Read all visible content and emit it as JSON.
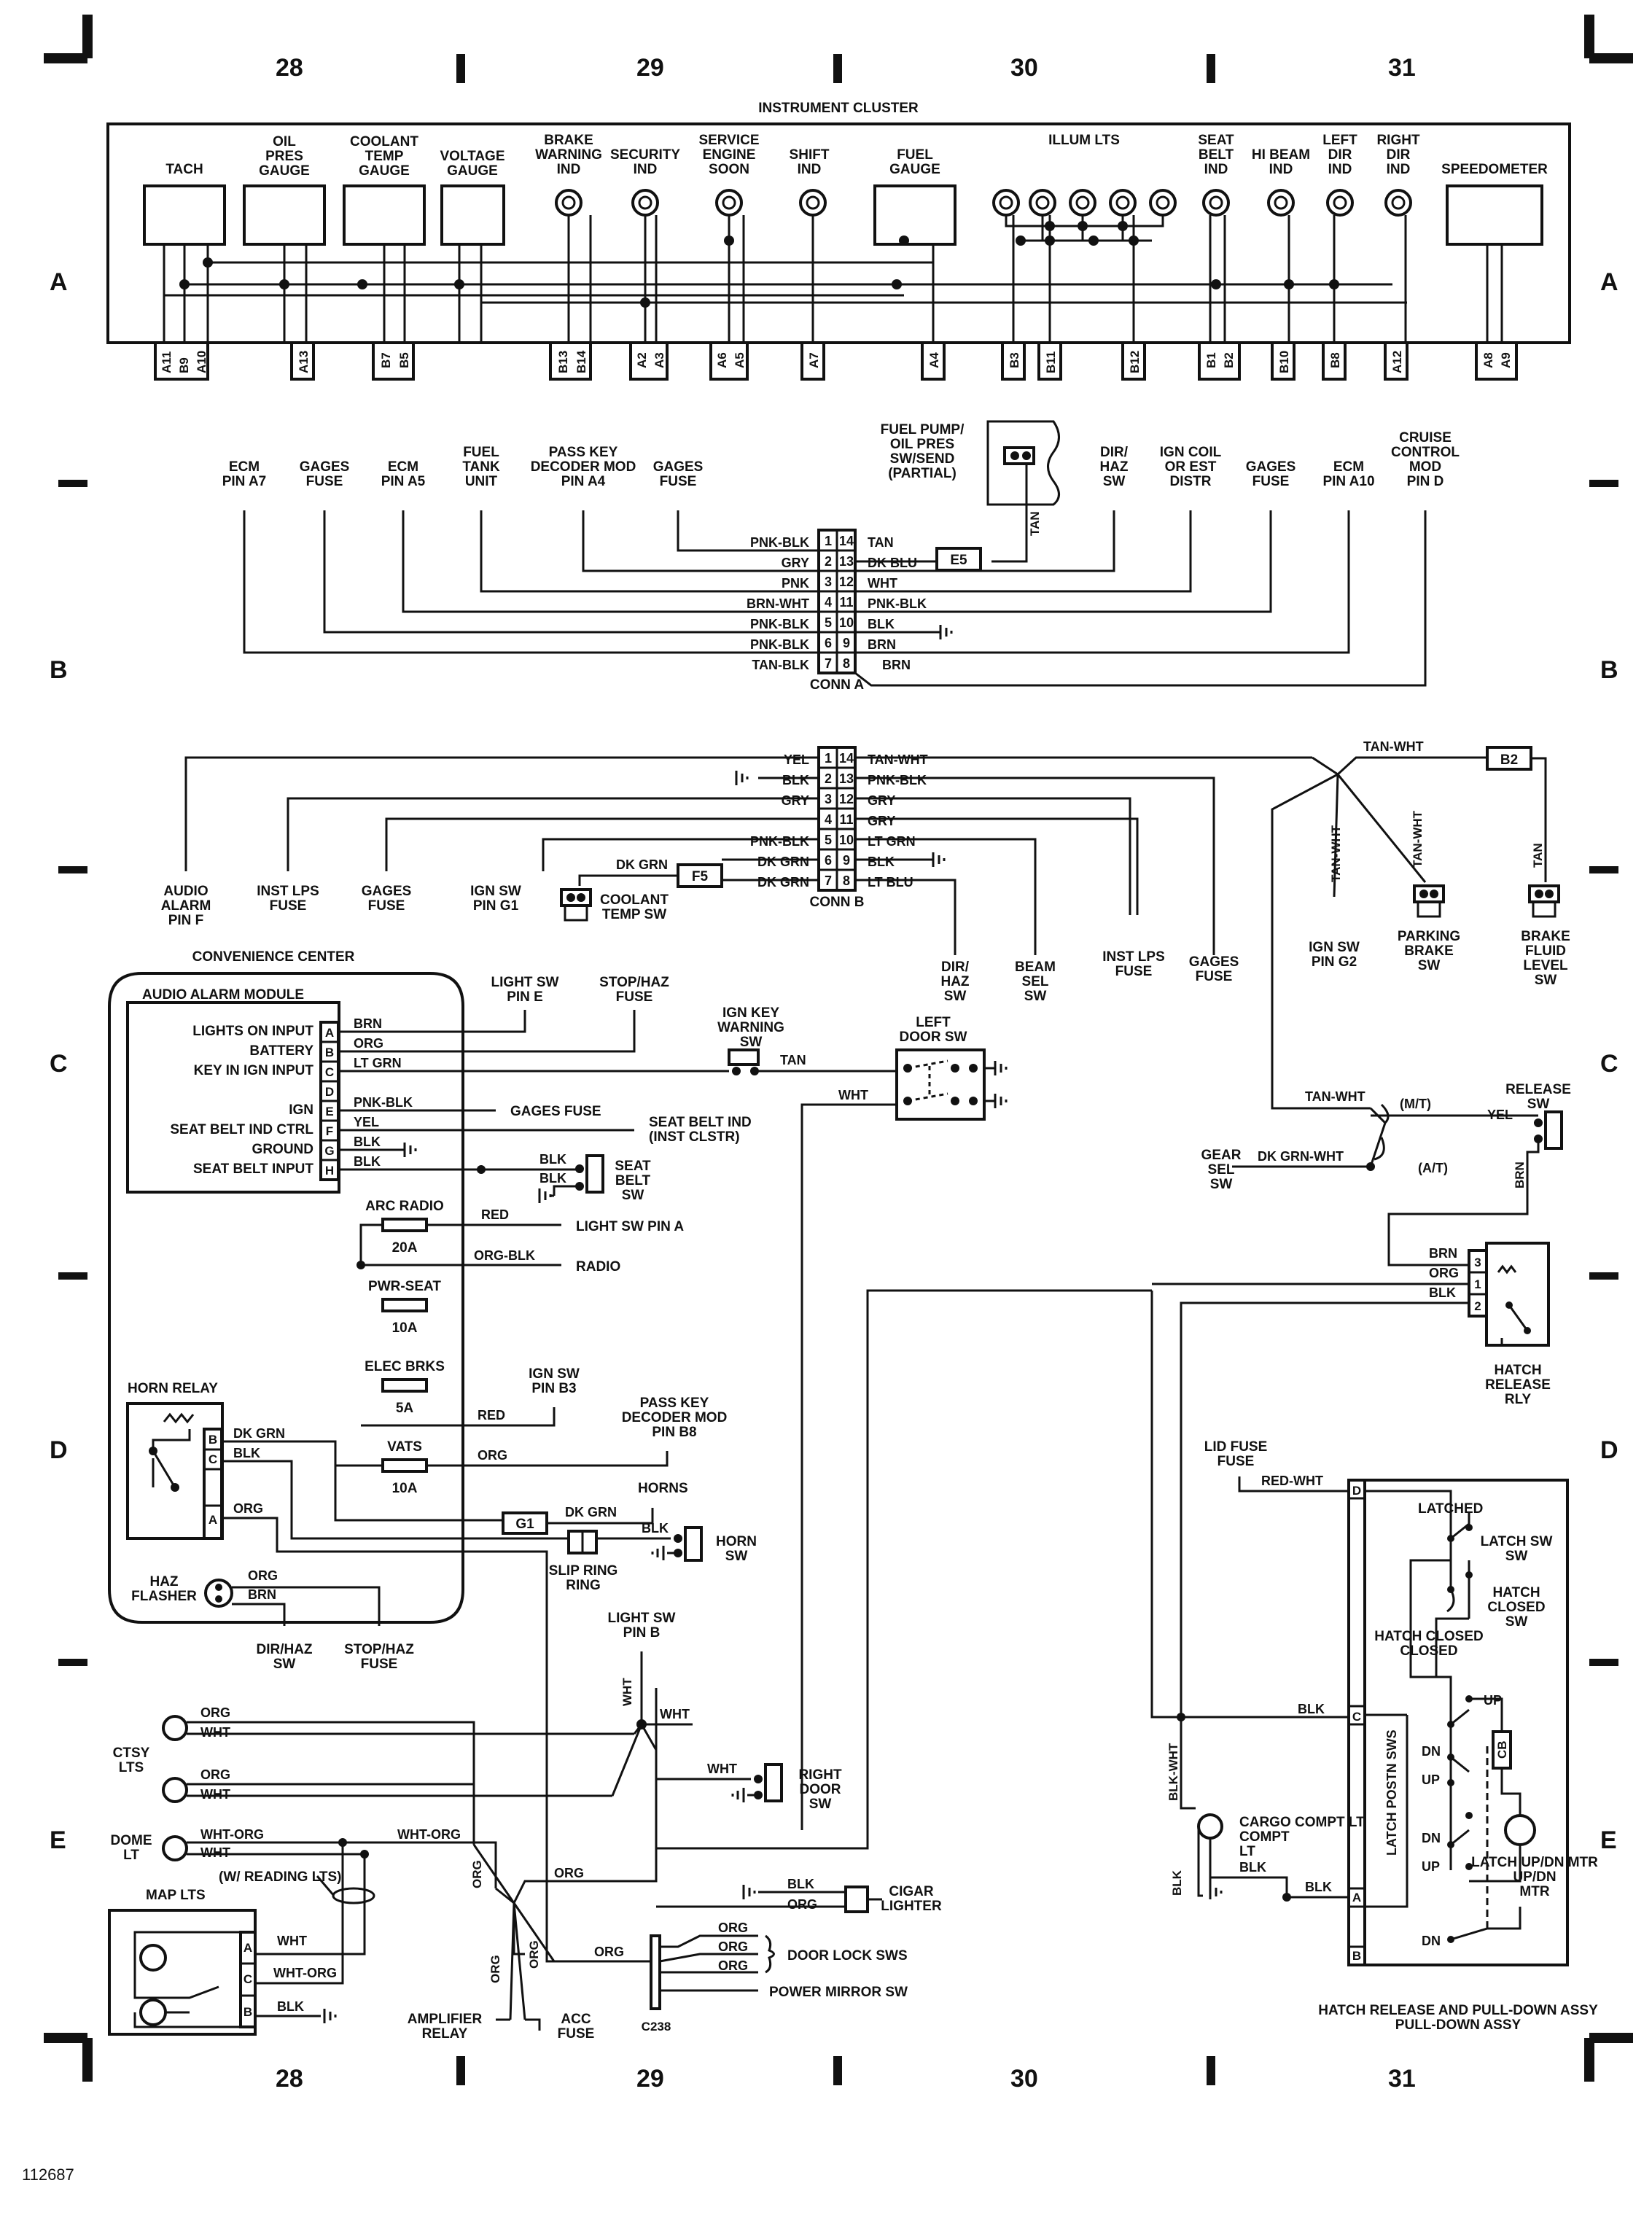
{
  "grid": {
    "columns": [
      "28",
      "29",
      "30",
      "31"
    ],
    "rows": [
      "A",
      "B",
      "C",
      "D",
      "E"
    ],
    "figure_id": "112687"
  },
  "cluster": {
    "title": "INSTRUMENT CLUSTER",
    "components": [
      "TACH",
      "OIL PRES GAUGE",
      "COOLANT TEMP GAUGE",
      "VOLTAGE GAUGE",
      "BRAKE WARNING IND",
      "SECURITY IND",
      "SERVICE ENGINE SOON",
      "SHIFT IND",
      "FUEL GAUGE",
      "ILLUM LTS",
      "SEAT BELT IND",
      "HI BEAM IND",
      "LEFT DIR IND",
      "RIGHT DIR IND",
      "SPEEDOMETER"
    ],
    "pins": [
      "A11",
      "B9",
      "A10",
      "A13",
      "B7",
      "B5",
      "B13",
      "B14",
      "A2",
      "A3",
      "A6",
      "A5",
      "A7",
      "A4",
      "B3",
      "B11",
      "B12",
      "B1",
      "B2",
      "B10",
      "B8",
      "A12",
      "A8",
      "A9"
    ]
  },
  "conn_a": {
    "title": "CONN A",
    "pin_pairs": [
      [
        "1",
        "14"
      ],
      [
        "2",
        "13"
      ],
      [
        "3",
        "12"
      ],
      [
        "4",
        "11"
      ],
      [
        "5",
        "10"
      ],
      [
        "6",
        "9"
      ],
      [
        "7",
        "8"
      ]
    ],
    "left_wires": [
      "PNK-BLK",
      "GRY",
      "PNK",
      "BRN-WHT",
      "PNK-BLK",
      "PNK-BLK",
      "TAN-BLK"
    ],
    "right_wires": [
      "TAN",
      "DK BLU",
      "WHT",
      "PNK-BLK",
      "BLK",
      "BRN",
      "BRN"
    ],
    "labels": [
      "ECM PIN A7",
      "GAGES FUSE",
      "ECM PIN A5",
      "FUEL TANK UNIT",
      "PASS KEY DECODER MOD PIN A4",
      "GAGES FUSE",
      "DIR/ HAZ SW",
      "IGN COIL OR EST DISTR",
      "GAGES FUSE",
      "ECM PIN A10",
      "CRUISE CONTROL MOD PIN D"
    ],
    "fuel_pump_sw": "FUEL PUMP/ OIL PRES SW/SEND (PARTIAL)",
    "splice": "E5",
    "tan": "TAN"
  },
  "conn_b": {
    "title": "CONN B",
    "pin_pairs": [
      [
        "1",
        "14"
      ],
      [
        "2",
        "13"
      ],
      [
        "3",
        "12"
      ],
      [
        "4",
        "11"
      ],
      [
        "5",
        "10"
      ],
      [
        "6",
        "9"
      ],
      [
        "7",
        "8"
      ]
    ],
    "left_wires": [
      "YEL",
      "BLK",
      "GRY",
      "",
      "PNK-BLK",
      "DK GRN",
      "DK GRN"
    ],
    "right_wires": [
      "TAN-WHT",
      "PNK-BLK",
      "GRY",
      "GRY",
      "LT GRN",
      "BLK",
      "LT BLU"
    ],
    "labels": [
      "AUDIO ALARM PIN F",
      "INST LPS FUSE",
      "GAGES FUSE",
      "IGN SW PIN G1",
      "COOLANT TEMP SW",
      "DIR/ HAZ SW",
      "BEAM SEL SW",
      "INST LPS FUSE",
      "GAGES FUSE"
    ],
    "splice": "F5"
  },
  "right_top": {
    "wire": "TAN-WHT",
    "splice": "B2",
    "ign_sw": "IGN SW PIN G2",
    "parking_brake": "PARKING BRAKE SW",
    "brake_fluid": "BRAKE FLUID LEVEL SW",
    "tan_wht": "TAN-WHT",
    "tan": "TAN"
  },
  "convenience": {
    "title": "CONVENIENCE CENTER",
    "module": "AUDIO ALARM MODULE",
    "inputs": [
      "LIGHTS ON INPUT",
      "BATTERY",
      "KEY IN IGN INPUT",
      "",
      "IGN",
      "SEAT BELT IND CTRL",
      "GROUND",
      "SEAT BELT INPUT"
    ],
    "pins": [
      "A",
      "B",
      "C",
      "D",
      "E",
      "F",
      "G",
      "H"
    ],
    "wires": [
      "BRN",
      "ORG",
      "LT GRN",
      "",
      "PNK-BLK",
      "YEL",
      "BLK",
      "BLK"
    ],
    "targets": [
      "LIGHT SW PIN E",
      "STOP/HAZ FUSE",
      "IGN KEY WARNING SW",
      "LEFT DOOR SW",
      "GAGES FUSE",
      "SEAT BELT IND (INST CLSTR)",
      "SEAT BELT SW"
    ],
    "fuses": [
      {
        "name": "ARC RADIO",
        "rating": "20A"
      },
      {
        "name": "PWR-SEAT",
        "rating": "10A"
      },
      {
        "name": "ELEC BRKS",
        "rating": "5A"
      },
      {
        "name": "VATS",
        "rating": "10A"
      }
    ],
    "fuse_wires": [
      "RED",
      "ORG-BLK",
      "RED",
      "ORG"
    ],
    "fuse_targets": [
      "LIGHT SW PIN A",
      "RADIO",
      "IGN SW PIN B3",
      "PASS KEY DECODER MOD PIN B8"
    ],
    "horn_relay": "HORN RELAY",
    "horn_wires": [
      "DK GRN",
      "BLK",
      "ORG"
    ],
    "horn_pins": [
      "B",
      "C",
      "A"
    ],
    "haz": "HAZ FLASHER",
    "haz_wires": [
      "ORG",
      "BRN"
    ],
    "haz_targets": [
      "DIR/HAZ SW",
      "STOP/HAZ FUSE"
    ],
    "g1": "G1",
    "horns": "HORNS",
    "slip_ring": "SLIP RING",
    "horn_sw": "HORN SW"
  },
  "lower_left": {
    "ctsy": "CTSY LTS",
    "dome": "DOME LT",
    "map": "MAP LTS",
    "reading": "(W/ READING LTS)",
    "wires": [
      "ORG",
      "WHT",
      "ORG",
      "WHT",
      "WHT-ORG",
      "WHT",
      "WHT-ORG",
      "WHT",
      "WHT-ORG",
      "BLK"
    ],
    "light_sw": "LIGHT SW PIN B",
    "right_door": "RIGHT DOOR SW",
    "amp": "AMPLIFIER RELAY",
    "acc": "ACC FUSE",
    "cigar": "CIGAR LIGHTER",
    "door_lock": "DOOR LOCK SWS",
    "power_mirror": "POWER MIRROR SW",
    "c238": "C238",
    "map_pins": [
      "A",
      "C",
      "B"
    ]
  },
  "right_mid": {
    "release_sw": "RELEASE SW",
    "gear_sel": "GEAR SEL SW",
    "mt": "(M/T)",
    "at": "(A/T)",
    "wires": [
      "TAN-WHT",
      "YEL",
      "DK GRN-WHT",
      "BRN",
      "BRN",
      "ORG",
      "BLK"
    ],
    "relay": "HATCH RELEASE RLY",
    "relay_pins": [
      "3",
      "1",
      "2"
    ]
  },
  "hatch": {
    "lid_fuse": "LID FUSE",
    "red_wht": "RED-WHT",
    "latched": "LATCHED",
    "latch_sw": "LATCH SW",
    "hatch_closed_sw": "HATCH CLOSED SW",
    "hatch_closed": "HATCH CLOSED",
    "up": "UP",
    "dn": "DN",
    "cb": "CB",
    "latch_motor": "LATCH UP/DN MTR",
    "latch_posn": "LATCH POSTN SWS",
    "cargo": "CARGO COMPT LT",
    "blk": "BLK",
    "blk_wht": "BLK-WHT",
    "pins": [
      "D",
      "C",
      "A",
      "B"
    ],
    "title": "HATCH RELEASE AND PULL-DOWN ASSY"
  }
}
